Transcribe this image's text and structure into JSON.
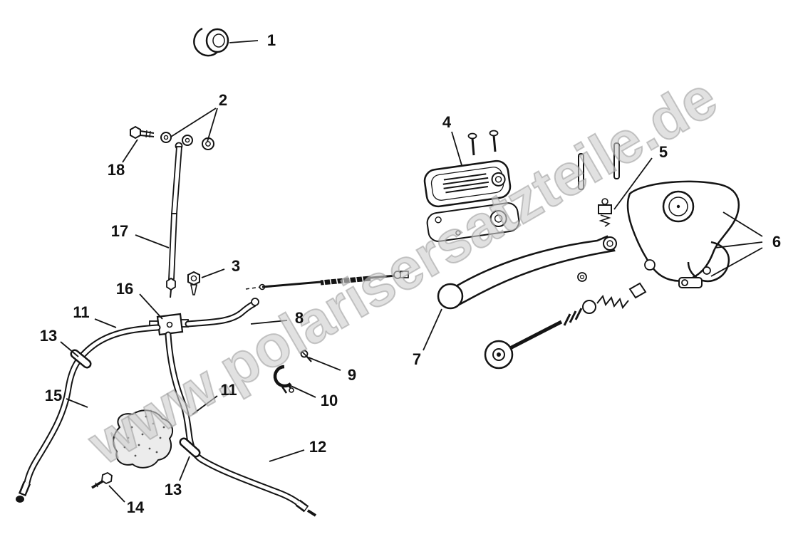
{
  "diagram": {
    "watermark": "www.polarisersatzteile.de",
    "callouts": [
      {
        "number": "1"
      },
      {
        "number": "2"
      },
      {
        "number": "18"
      },
      {
        "number": "17"
      },
      {
        "number": "3"
      },
      {
        "number": "16"
      },
      {
        "number": "11"
      },
      {
        "number": "13"
      },
      {
        "number": "8"
      },
      {
        "number": "9"
      },
      {
        "number": "10"
      },
      {
        "number": "11"
      },
      {
        "number": "15"
      },
      {
        "number": "12"
      },
      {
        "number": "13"
      },
      {
        "number": "14"
      },
      {
        "number": "4"
      },
      {
        "number": "5"
      },
      {
        "number": "6"
      },
      {
        "number": "7"
      }
    ]
  }
}
